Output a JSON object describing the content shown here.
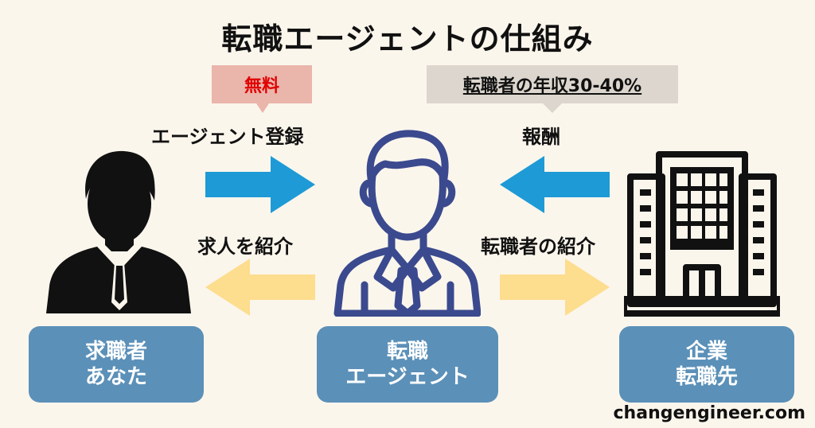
{
  "title": "転職エージェントの仕組み",
  "callouts": {
    "free": "無料",
    "fee": "転職者の年収30-40%"
  },
  "labels": {
    "register": "エージェント登録",
    "reward": "報酬",
    "introduce_jobs": "求人を紹介",
    "introduce_candidate": "転職者の紹介"
  },
  "boxes": {
    "seeker": [
      "求職者",
      "あなた"
    ],
    "agent": [
      "転職",
      "エージェント"
    ],
    "company": [
      "企業",
      "転職先"
    ]
  },
  "footer": "changengineer.com",
  "colors": {
    "background": "#FBF6EC",
    "box": "#5B90B8",
    "arrow_blue": "#1E9AD6",
    "arrow_yellow": "#FDDD8E",
    "agent_icon": "#3B4A8E",
    "free_callout": "#EAB5AB",
    "free_text": "#E00000",
    "fee_callout": "#DCD6CE"
  },
  "icons": [
    "person-icon",
    "agent-icon",
    "office-building-icon",
    "arrow-right-icon",
    "arrow-left-icon"
  ]
}
